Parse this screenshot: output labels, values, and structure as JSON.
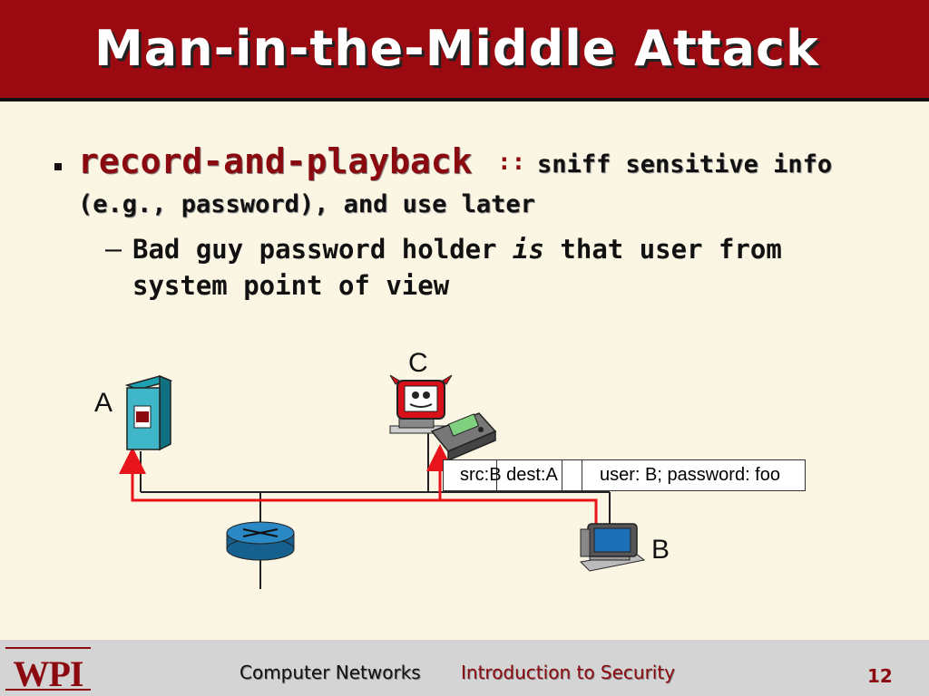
{
  "slide": {
    "title": "Man-in-the-Middle Attack",
    "bullet": {
      "term": "record-and-playback",
      "separator": "::",
      "description_line1": "sniff sensitive info",
      "description_line2": "(e.g., password), and use later"
    },
    "sub_bullet": {
      "dash": "–",
      "line1_before": "Bad guy password holder ",
      "line1_emph": "is",
      "line1_after": " that user from",
      "line2": "system point of view"
    }
  },
  "diagram": {
    "host_a_label": "A",
    "host_b_label": "B",
    "host_c_label": "C",
    "packet": {
      "src_dest": "src:B dest:A",
      "payload": "user: B; password: foo"
    },
    "colors": {
      "attack_path": "#e8141b",
      "network_line": "#222222",
      "router": "#1c6ea4"
    }
  },
  "footer": {
    "logo_text": "WPI",
    "course": "Computer Networks",
    "topic": "Introduction to Security",
    "page_number": "12"
  }
}
